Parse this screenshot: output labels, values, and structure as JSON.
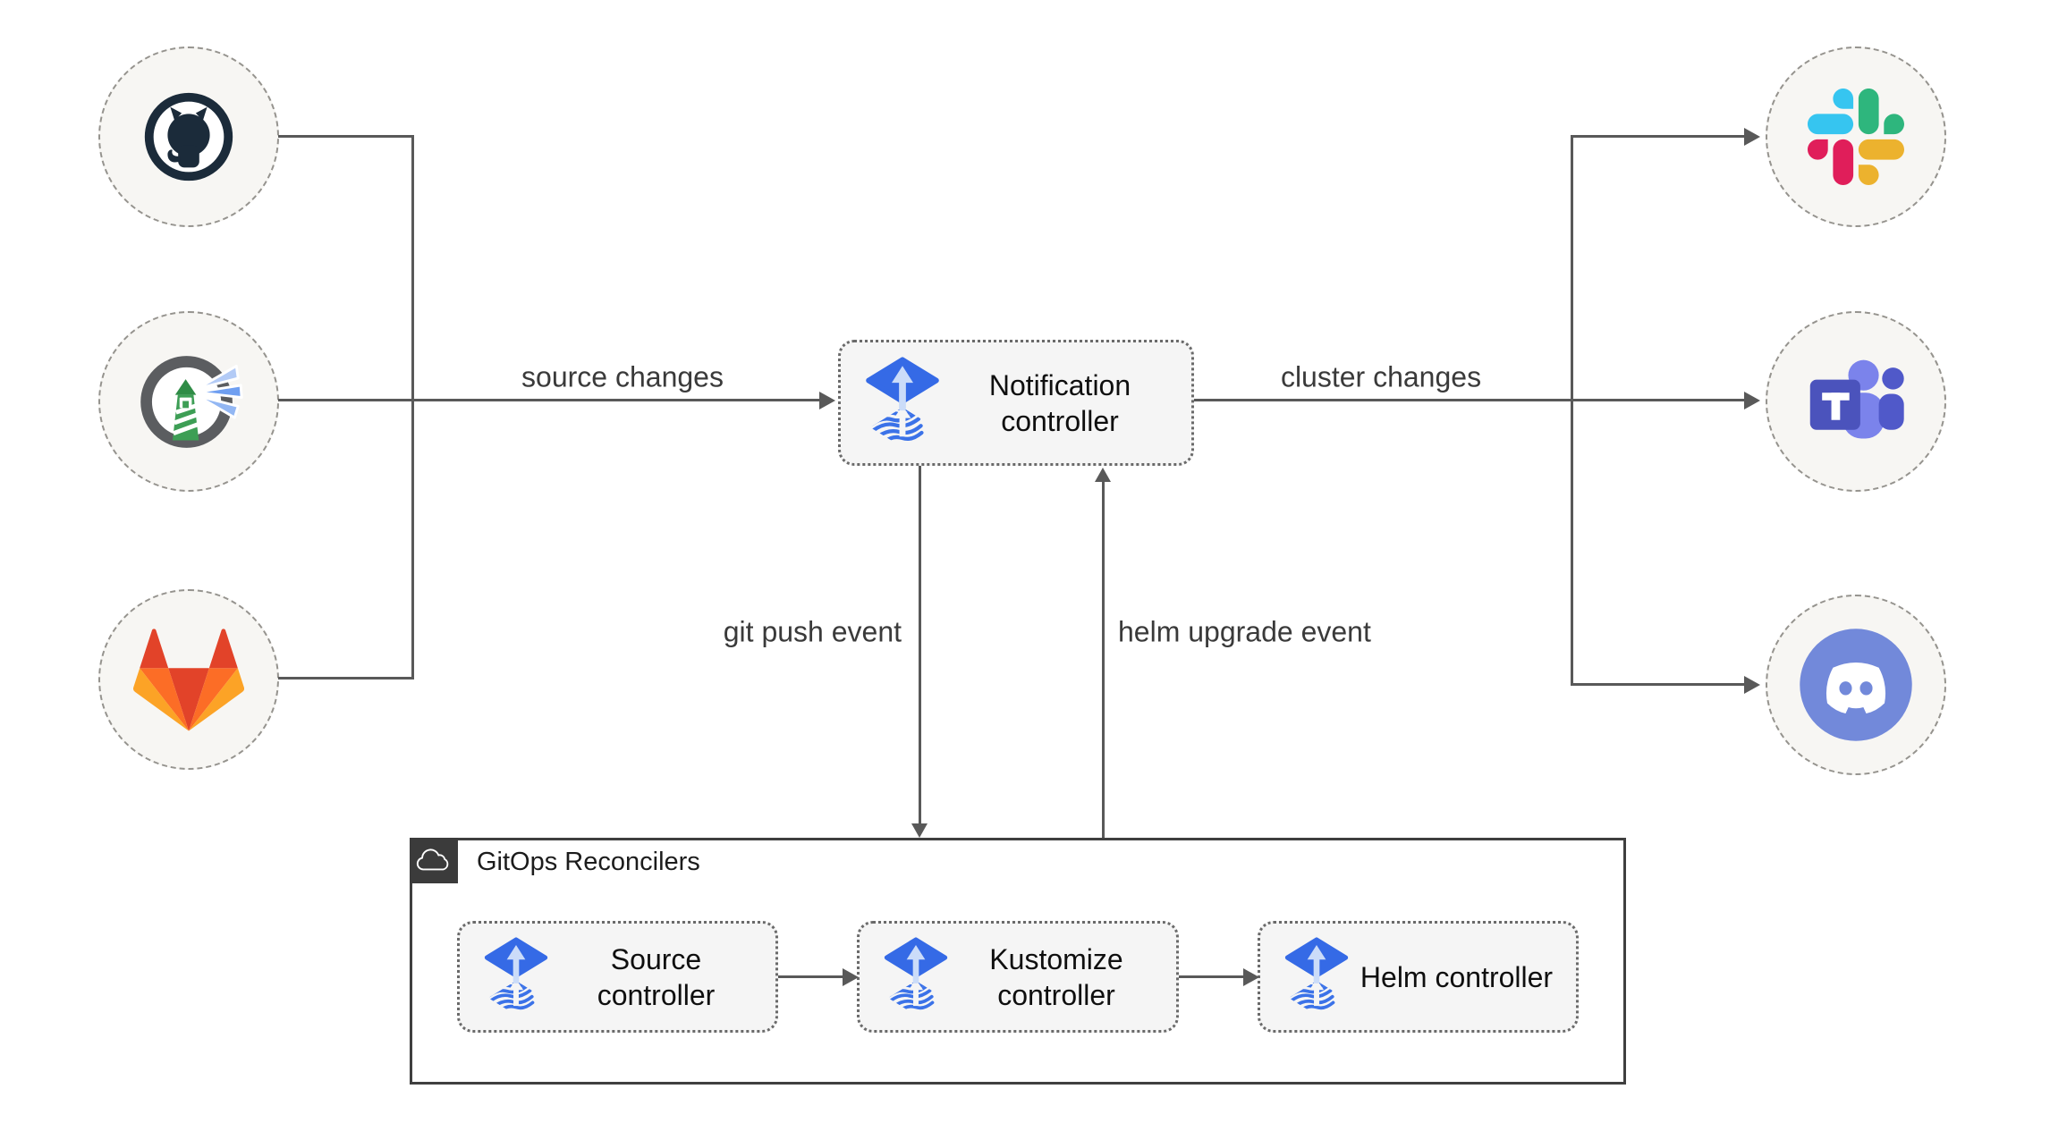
{
  "sources": [
    {
      "name": "GitHub",
      "icon": "github-icon"
    },
    {
      "name": "Harbor",
      "icon": "harbor-icon"
    },
    {
      "name": "GitLab",
      "icon": "gitlab-icon"
    }
  ],
  "notification_controller": {
    "label": "Notification controller",
    "icon": "flux-icon"
  },
  "alert_targets": [
    {
      "name": "Slack",
      "icon": "slack-icon"
    },
    {
      "name": "Microsoft Teams",
      "icon": "teams-icon"
    },
    {
      "name": "Discord",
      "icon": "discord-icon"
    }
  ],
  "edges": {
    "source_changes": "source changes",
    "cluster_changes": "cluster changes",
    "git_push_event": "git push event",
    "helm_upgrade_event": "helm upgrade event"
  },
  "reconcilers": {
    "title": "GitOps Reconcilers",
    "header_icon": "cloud-icon",
    "controllers": [
      {
        "label": "Source controller",
        "icon": "flux-icon"
      },
      {
        "label": "Kustomize controller",
        "icon": "flux-icon"
      },
      {
        "label": "Helm controller",
        "icon": "flux-icon"
      }
    ]
  },
  "colors": {
    "flux_blue": "#356AE6",
    "flux_wave_blue": "#3B72E8",
    "flux_arrow_light": "#CBDCF9",
    "line_gray": "#595959",
    "box_fill": "#F5F5F5",
    "node_fill": "#F7F6F3",
    "gitops_header": "#3B3B3B",
    "github_dark": "#1B2B3A",
    "harbor_green": "#3D9E55",
    "harbor_ring_gray": "#5B5D60",
    "gitlab_red": "#E24329",
    "gitlab_orange": "#FC6D26",
    "gitlab_yellow": "#FCA326",
    "slack_blue": "#36C5F0",
    "slack_green": "#2EB67D",
    "slack_yellow": "#ECB22E",
    "slack_pink": "#E01E5A",
    "teams_dark": "#4B53BC",
    "teams_mid": "#5059C9",
    "teams_light": "#7B83EB",
    "discord_blurple": "#7289DA"
  }
}
